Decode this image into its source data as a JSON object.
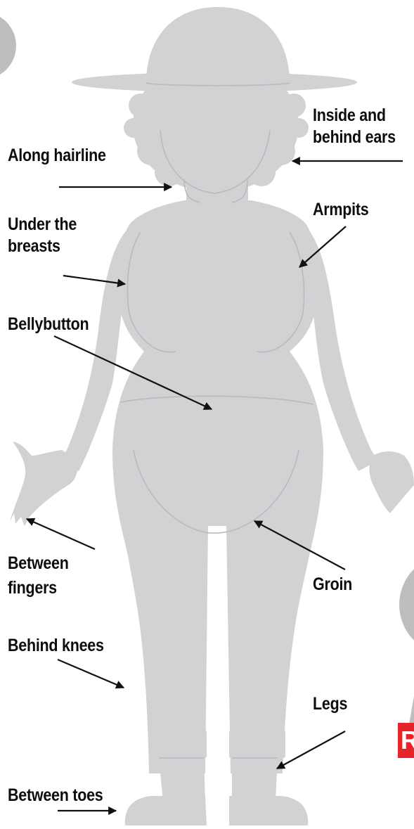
{
  "labels": {
    "along_hairline": "Along hairline",
    "inside_ears_1": "Inside and",
    "inside_ears_2": "behind ears",
    "under_breasts_1": "Under the",
    "under_breasts_2": "breasts",
    "armpits": "Armpits",
    "bellybutton": "Bellybutton",
    "between_fingers_1": "Between",
    "between_fingers_2": "fingers",
    "groin": "Groin",
    "behind_knees": "Behind knees",
    "legs": "Legs",
    "between_toes": "Between toes"
  },
  "badge_text": "R",
  "colors": {
    "figure": "#d1d2d4",
    "figure_line": "#b9babd",
    "circle": "#bdbec0",
    "arrow": "#111111",
    "badge": "#e8242b"
  }
}
